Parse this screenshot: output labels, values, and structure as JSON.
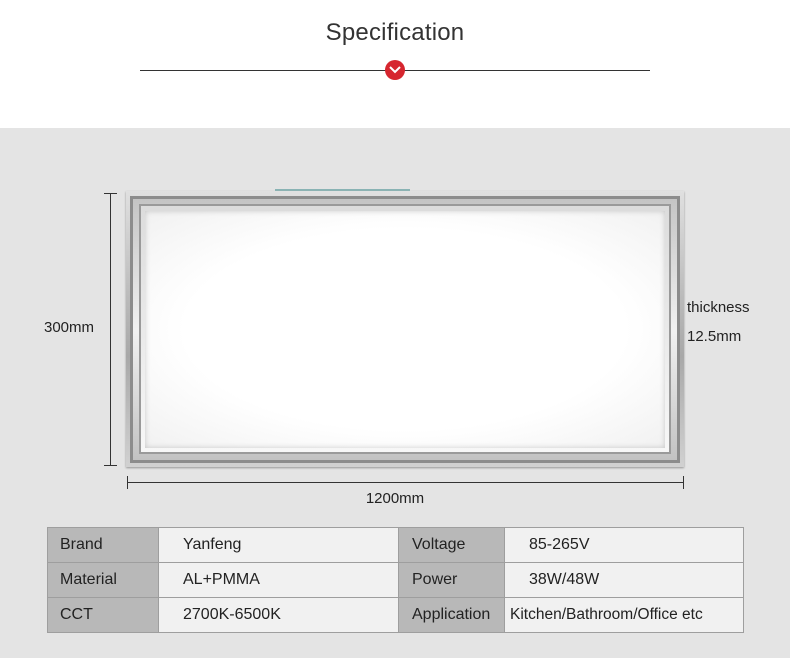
{
  "header": {
    "title": "Specification",
    "badge_icon": "chevron-down-icon",
    "accent_color": "#d6262f"
  },
  "product_image": {
    "height_label": "300mm",
    "width_label": "1200mm",
    "thickness_label": "thickness",
    "thickness_value": "12.5mm"
  },
  "specs": {
    "rows": [
      {
        "key1": "Brand",
        "val1": "Yanfeng",
        "key2": "Voltage",
        "val2": "85-265V"
      },
      {
        "key1": "Material",
        "val1": "AL+PMMA",
        "key2": "Power",
        "val2": "38W/48W"
      },
      {
        "key1": "CCT",
        "val1": "2700K-6500K",
        "key2": "Application",
        "val2": "Kitchen/Bathroom/Office etc"
      }
    ]
  }
}
